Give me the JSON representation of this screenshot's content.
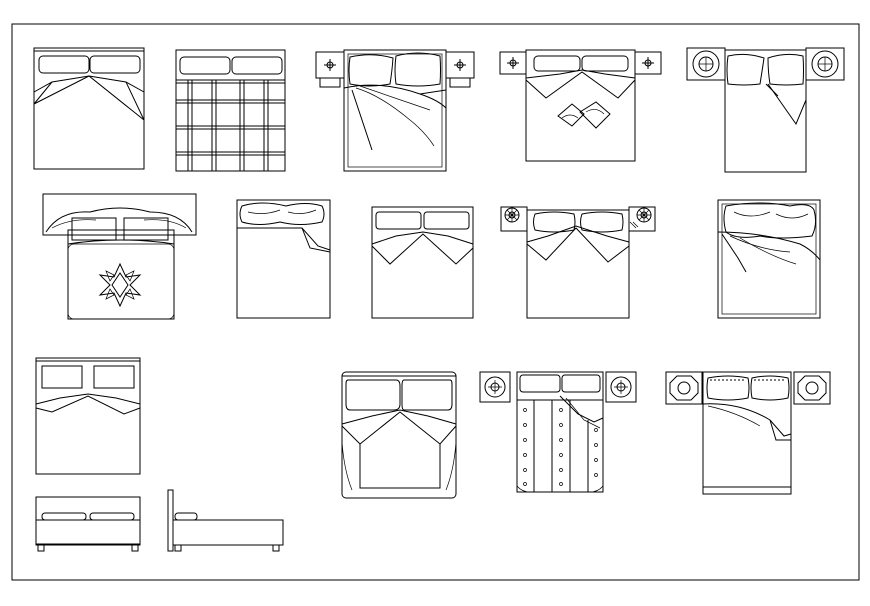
{
  "sheet": {
    "border_color": "#000000",
    "background": "#ffffff"
  },
  "blocks": [
    {
      "name": "bed-double-plain",
      "pillows": 2,
      "nightstands": 0
    },
    {
      "name": "bed-double-plaid",
      "pillows": 2,
      "nightstands": 0
    },
    {
      "name": "bed-double-with-nightstands-duvet",
      "pillows": 2,
      "nightstands": 2
    },
    {
      "name": "bed-double-with-nightstands-cushions",
      "pillows": 2,
      "nightstands": 2
    },
    {
      "name": "bed-double-with-round-lamps",
      "pillows": 2,
      "nightstands": 2
    },
    {
      "name": "bed-double-canopy-floral",
      "pillows": 2,
      "nightstands": 0
    },
    {
      "name": "bed-single-folded-sheet",
      "pillows": 1,
      "nightstands": 0
    },
    {
      "name": "bed-double-folded",
      "pillows": 2,
      "nightstands": 0
    },
    {
      "name": "bed-double-with-flower-lamps",
      "pillows": 2,
      "nightstands": 2
    },
    {
      "name": "bed-double-crumpled-duvet",
      "pillows": 1,
      "nightstands": 0
    },
    {
      "name": "bed-double-square-pillows",
      "pillows": 2,
      "nightstands": 0
    },
    {
      "name": "bed-side-elevation-front",
      "pillows": 2,
      "nightstands": 0
    },
    {
      "name": "bed-side-elevation-side",
      "pillows": 1,
      "nightstands": 0
    },
    {
      "name": "bed-double-rounded",
      "pillows": 2,
      "nightstands": 0
    },
    {
      "name": "bed-double-patterned",
      "pillows": 2,
      "nightstands": 2
    },
    {
      "name": "bed-double-octagon-lamps",
      "pillows": 2,
      "nightstands": 2
    }
  ]
}
